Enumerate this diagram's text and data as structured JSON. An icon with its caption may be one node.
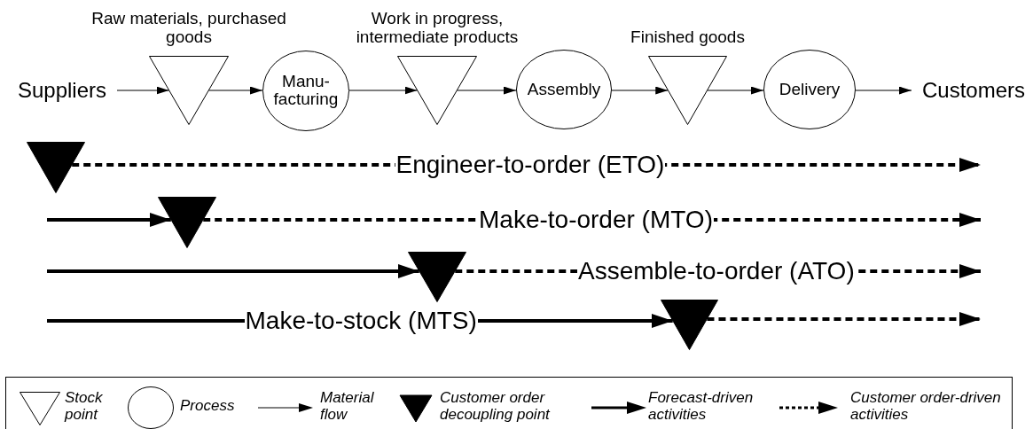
{
  "diagram": {
    "nodes": [
      {
        "text": [
          "Suppliers"
        ]
      },
      {
        "text": [],
        "shape": "triangle",
        "beside": [
          "Raw materials, purchased goods"
        ]
      },
      {
        "text": [
          "Manu- facturing"
        ]
      },
      {
        "text": [],
        "shape": "triangle",
        "beside": [
          "Work in progress, intermediate products"
        ]
      },
      {
        "text": [
          "Assembly"
        ]
      },
      {
        "text": [],
        "shape": "triangle",
        "beside": [
          "Finished goods"
        ]
      },
      {
        "text": [
          "Delivery"
        ]
      },
      {
        "text": [
          "Customers"
        ]
      },
      {
        "text": [],
        "shape": "triangle"
      },
      {
        "text": [],
        "shape": "triangle"
      },
      {
        "text": [],
        "shape": "triangle"
      },
      {
        "text": [],
        "shape": "triangle"
      }
    ],
    "edges": [
      {
        "from": 0,
        "to": 1,
        "arrow": "to"
      },
      {
        "from": 1,
        "to": 2,
        "arrow": "to"
      },
      {
        "from": 2,
        "to": 3,
        "arrow": "to"
      },
      {
        "from": 3,
        "to": 4,
        "arrow": "to"
      },
      {
        "from": 4,
        "to": 5,
        "arrow": "to"
      },
      {
        "from": 5,
        "to": 6,
        "arrow": "to"
      },
      {
        "from": 6,
        "to": 7,
        "arrow": "to"
      },
      {
        "from": 8,
        "to": null,
        "arrow": "to",
        "style": "dashed",
        "label": "Engineer-to-order (ETO)"
      },
      {
        "from": null,
        "to": 9,
        "arrow": "to",
        "style": "thick"
      },
      {
        "from": 9,
        "to": null,
        "arrow": "to",
        "style": "dashed",
        "label": "Make-to-order (MTO)"
      },
      {
        "from": null,
        "to": 10,
        "arrow": "to",
        "style": "thick"
      },
      {
        "from": 10,
        "to": null,
        "arrow": "to",
        "style": "dashed",
        "label": "Assemble-to-order (ATO)"
      },
      {
        "from": null,
        "to": 11,
        "arrow": "to",
        "style": "thick",
        "label": "Make-to-stock (MTS)"
      },
      {
        "from": 11,
        "to": null,
        "arrow": "to",
        "style": "dashed"
      }
    ],
    "legend": [
      {
        "text": "Stock point"
      },
      {
        "text": "Process"
      },
      {
        "text": "Material flow"
      },
      {
        "text": "Customer order decoupling point"
      },
      {
        "text": "Forecast-driven activities"
      },
      {
        "text": "Customer order-driven activities"
      }
    ]
  }
}
